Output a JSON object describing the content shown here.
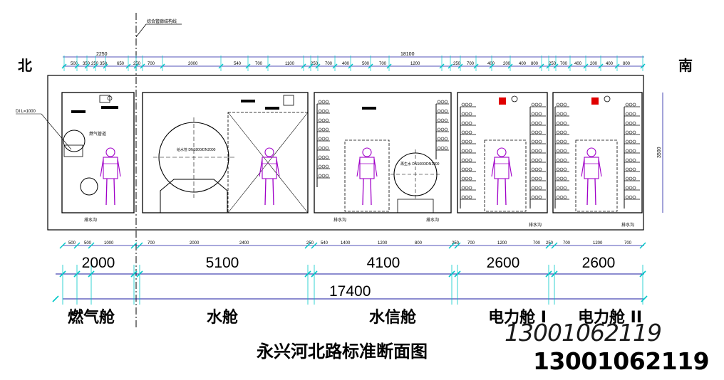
{
  "labels": {
    "north": "北",
    "south": "南",
    "title": "永兴河北路标准断面图",
    "phone_thin": "13001062119",
    "phone_bold": "13001062119"
  },
  "top_dims": {
    "left_total": "2250",
    "total": "18100",
    "segments": [
      "500",
      "350",
      "250",
      "350",
      "650",
      "250",
      "700",
      "2000",
      "540",
      "700",
      "1100",
      "250",
      "700",
      "400",
      "500",
      "700",
      "1200",
      "250",
      "700",
      "400",
      "200",
      "400",
      "800",
      "250",
      "700",
      "400",
      "200",
      "400",
      "800"
    ]
  },
  "bottom_small_dims": [
    "500",
    "500",
    "1000",
    "700",
    "2000",
    "2400",
    "250",
    "540",
    "1400",
    "1200",
    "800",
    "250",
    "700",
    "1200",
    "700",
    "250",
    "700",
    "1200",
    "700"
  ],
  "compartment_widths": [
    "2000",
    "5100",
    "4100",
    "2600",
    "2600"
  ],
  "total_width": "17400",
  "compartments": [
    "燃气舱",
    "水舱",
    "水信舱",
    "电力舱 I",
    "电力舱 II"
  ],
  "height_dim": "3500",
  "annotations": {
    "top_note": "综合管廊结构线",
    "d1_note": "DI L=1000",
    "gas_pipe": "燃气管道",
    "water_pipe_left": "给水管 DN1800/DN2000",
    "water_pipe_right": "再生水 DN1000/DN1200",
    "drain": "排水沟"
  },
  "colors": {
    "line": "#000000",
    "dim": "#1a1aa0",
    "tick": "#00c8c8",
    "worker": "#a000c8",
    "red": "#e00000"
  }
}
